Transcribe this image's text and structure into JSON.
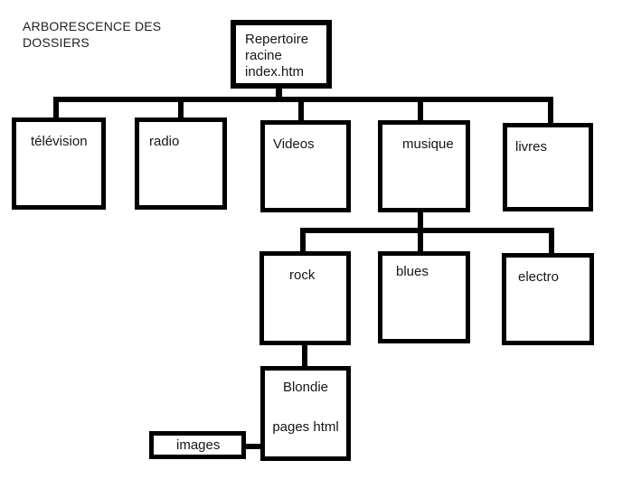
{
  "title": "ARBORESCENCE DES DOSSIERS",
  "colors": {
    "line": "#000000",
    "text": "#1c1c1c",
    "background": "#ffffff"
  },
  "tree": {
    "root": {
      "lines": [
        "Repertoire",
        "racine",
        "index.htm"
      ]
    },
    "level1": {
      "television": "télévision",
      "radio": "radio",
      "videos": "Videos",
      "musique": "musique",
      "livres": "livres"
    },
    "level2": {
      "rock": "rock",
      "blues": "blues",
      "electro": "electro"
    },
    "level3": {
      "blondie": {
        "lines": [
          "Blondie",
          "pages html"
        ]
      },
      "images": "images"
    }
  }
}
